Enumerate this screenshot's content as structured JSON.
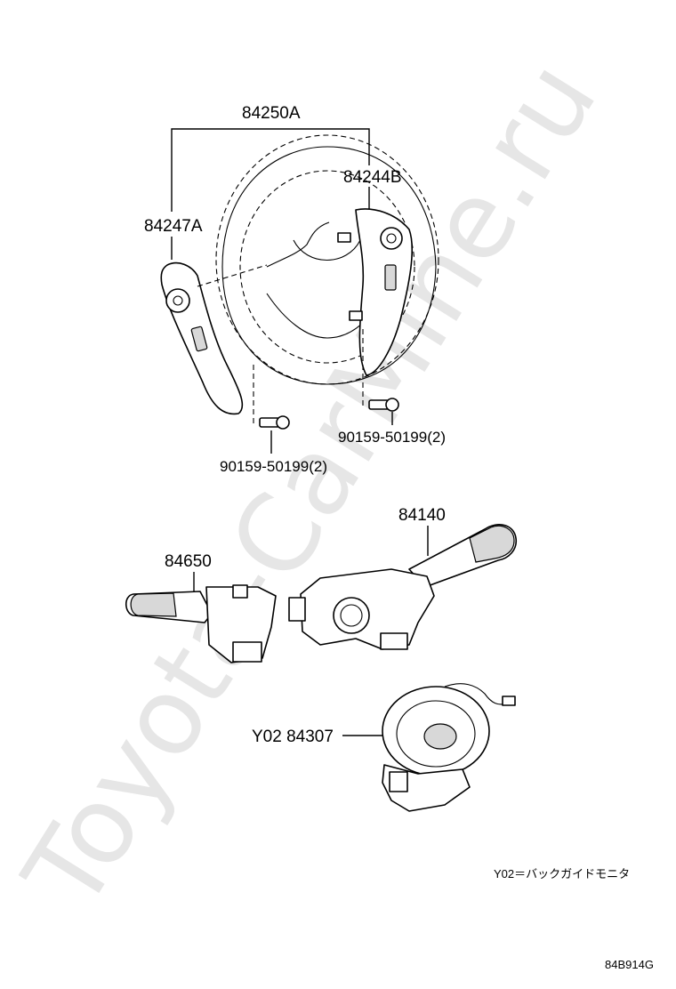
{
  "watermark": "Toyota-CarMine.ru",
  "labels": {
    "assembly": "84250A",
    "right_switch": "84244B",
    "left_switch": "84247A",
    "screw_right": "90159-50199(2)",
    "screw_left": "90159-50199(2)",
    "turn_switch": "84140",
    "wiper_switch": "84650",
    "spiral_cable": "Y02 84307"
  },
  "note": "Y02＝バックガイドモニタ",
  "figure_code": "84B914G"
}
